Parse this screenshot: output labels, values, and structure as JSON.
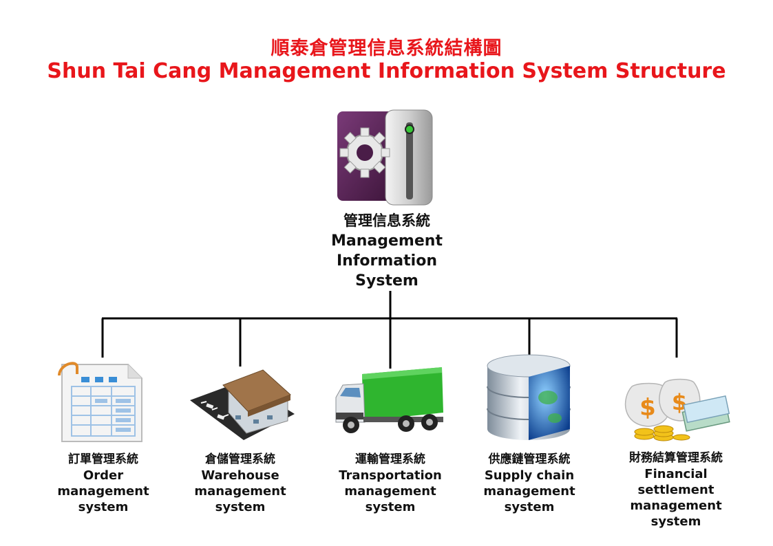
{
  "title_zh": "順泰倉管理信息系統結構圖",
  "title_en": "Shun Tai Cang Management Information System Structure",
  "root": {
    "zh": "管理信息系統",
    "en_lines": [
      "Management",
      "Information",
      "System"
    ],
    "icon": "server-gear-icon"
  },
  "nodes": [
    {
      "zh": "訂單管理系統",
      "en_lines": [
        "Order",
        "management",
        "system"
      ],
      "icon": "order-form-icon"
    },
    {
      "zh": "倉儲管理系統",
      "en_lines": [
        "Warehouse",
        "management",
        "system"
      ],
      "icon": "warehouse-icon"
    },
    {
      "zh": "運輸管理系統",
      "en_lines": [
        "Transportation",
        "management",
        "system"
      ],
      "icon": "truck-icon"
    },
    {
      "zh": "供應鏈管理系統",
      "en_lines": [
        "Supply chain",
        "management",
        "system"
      ],
      "icon": "database-globe-icon"
    },
    {
      "zh": "財務結算管理系統",
      "en_lines": [
        "Financial",
        "settlement",
        "management",
        "system"
      ],
      "icon": "money-icon"
    }
  ],
  "colors": {
    "title": "#e8161b",
    "connector": "#000000"
  }
}
